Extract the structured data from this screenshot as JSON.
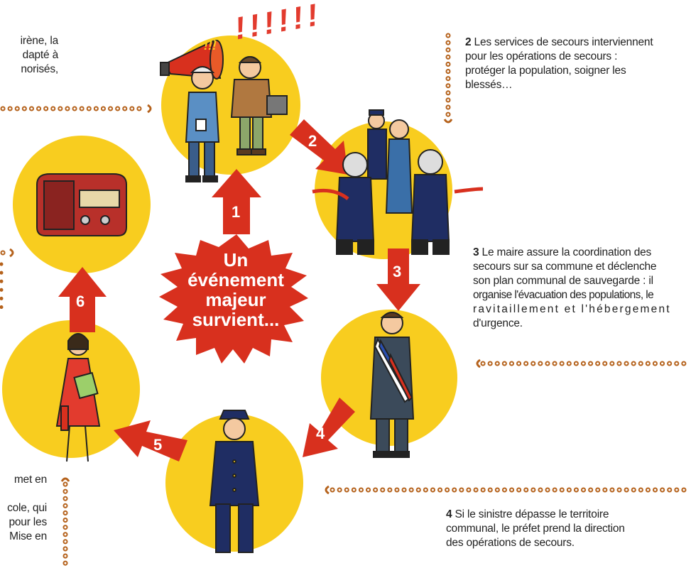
{
  "center": {
    "line1": "Un",
    "line2": "événement",
    "line3": "majeur",
    "line4": "survient..."
  },
  "steps": {
    "s1": "1",
    "s2": "2",
    "s3": "3",
    "s4": "4",
    "s5": "5",
    "s6": "6"
  },
  "captions": {
    "c1": {
      "l1": "irène, la",
      "l2": "dapté à",
      "l3": "norisés,"
    },
    "c2": {
      "num": "2",
      "l1": " Les services de secours interviennent",
      "l2": "pour les opérations de secours :",
      "l3": "protéger la population, soigner les",
      "l4": "blessés…"
    },
    "c3": {
      "num": "3",
      "l1": " Le maire assure la coordination des",
      "l2": "secours sur sa commune et déclenche",
      "l3": "son plan communal de sauvegarde : il",
      "l4": "organise l'évacuation des populations, le",
      "l5": "ravitaillement et l'hébergement",
      "l6": "d'urgence."
    },
    "c4": {
      "num": "4",
      "l1": " Si le sinistre dépasse le territoire",
      "l2": "communal, le préfet prend la direction",
      "l3": "des opérations de secours."
    },
    "c5": {
      "l1": "met en",
      "l2": "cole, qui",
      "l3": "pour les",
      "l4": "Mise en"
    },
    "alert": "!!!!!!",
    "alert_small": "!!!"
  },
  "colors": {
    "yellow": "#f8cd1f",
    "red": "#d8301e",
    "dots": "#b5621c",
    "navy": "#1f2d63"
  }
}
